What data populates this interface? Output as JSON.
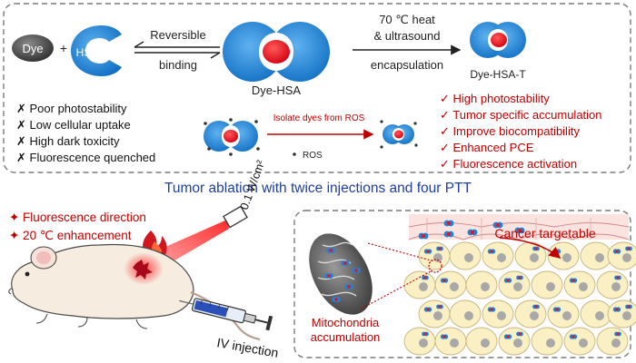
{
  "top_panel": {
    "dye_label": "Dye",
    "plus_sign": "+",
    "hsa_label": "HSA",
    "reversible_label": "Reversible",
    "binding_label": "binding",
    "dye_hsa_label": "Dye-HSA",
    "heat_label": "70 ℃ heat",
    "ultrasound_label": "& ultrasound",
    "encapsulation_label": "encapsulation",
    "dye_hsa_t_label": "Dye-HSA-T",
    "cons": [
      "✗ Poor photostability",
      "✗ Low cellular uptake",
      "✗ High dark toxicity",
      "✗ Fluorescence quenched"
    ],
    "isolate_label": "Isolate dyes from ROS",
    "ros_label": "ROS",
    "pros": [
      "✓ High photostability",
      "✓ Tumor specific accumulation",
      "✓ Improve biocompatibility",
      "✓ Enhanced PCE",
      "✓ Fluorescence activation"
    ]
  },
  "middle_title": "Tumor ablation with twice injections and four PTT",
  "bottom_left": {
    "features": [
      "✦ Fluorescence direction",
      "✦ 20 ℃ enhancement"
    ],
    "laser_power": "0.1 W/cm²",
    "iv_label": "IV injection"
  },
  "bottom_right": {
    "cancer_label": "Cancer targetable",
    "mito_label_1": "Mitochondria",
    "mito_label_2": "accumulation"
  },
  "colors": {
    "hsa_blue": "#1f82d6",
    "dye_red": "#e8141c",
    "dye_grey": "#4a4a4a",
    "pros_red": "#c00000",
    "title_blue": "#1f3f9a",
    "cell_fill": "#fbefc4"
  }
}
